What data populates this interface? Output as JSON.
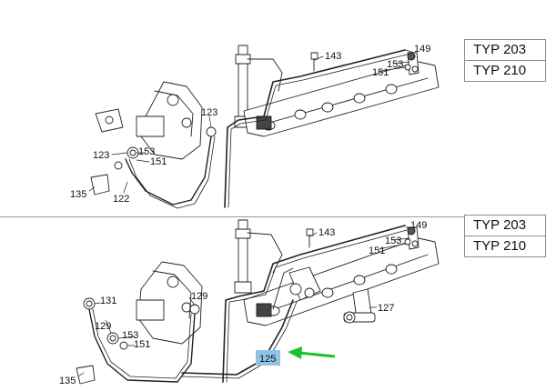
{
  "panels": [
    {
      "typ_labels": [
        "TYP 203",
        "TYP 210"
      ],
      "callouts": [
        "143",
        "149",
        "153",
        "151",
        "123",
        "123",
        "153",
        "151",
        "135",
        "122"
      ]
    },
    {
      "typ_labels": [
        "TYP 203",
        "TYP 210"
      ],
      "callouts": [
        "143",
        "149",
        "153",
        "151",
        "131",
        "129",
        "129",
        "153",
        "151",
        "135",
        "127"
      ],
      "highlighted_part": "125",
      "highlight_color": "#8fc4e6",
      "arrow_color": "#19c32a"
    }
  ]
}
